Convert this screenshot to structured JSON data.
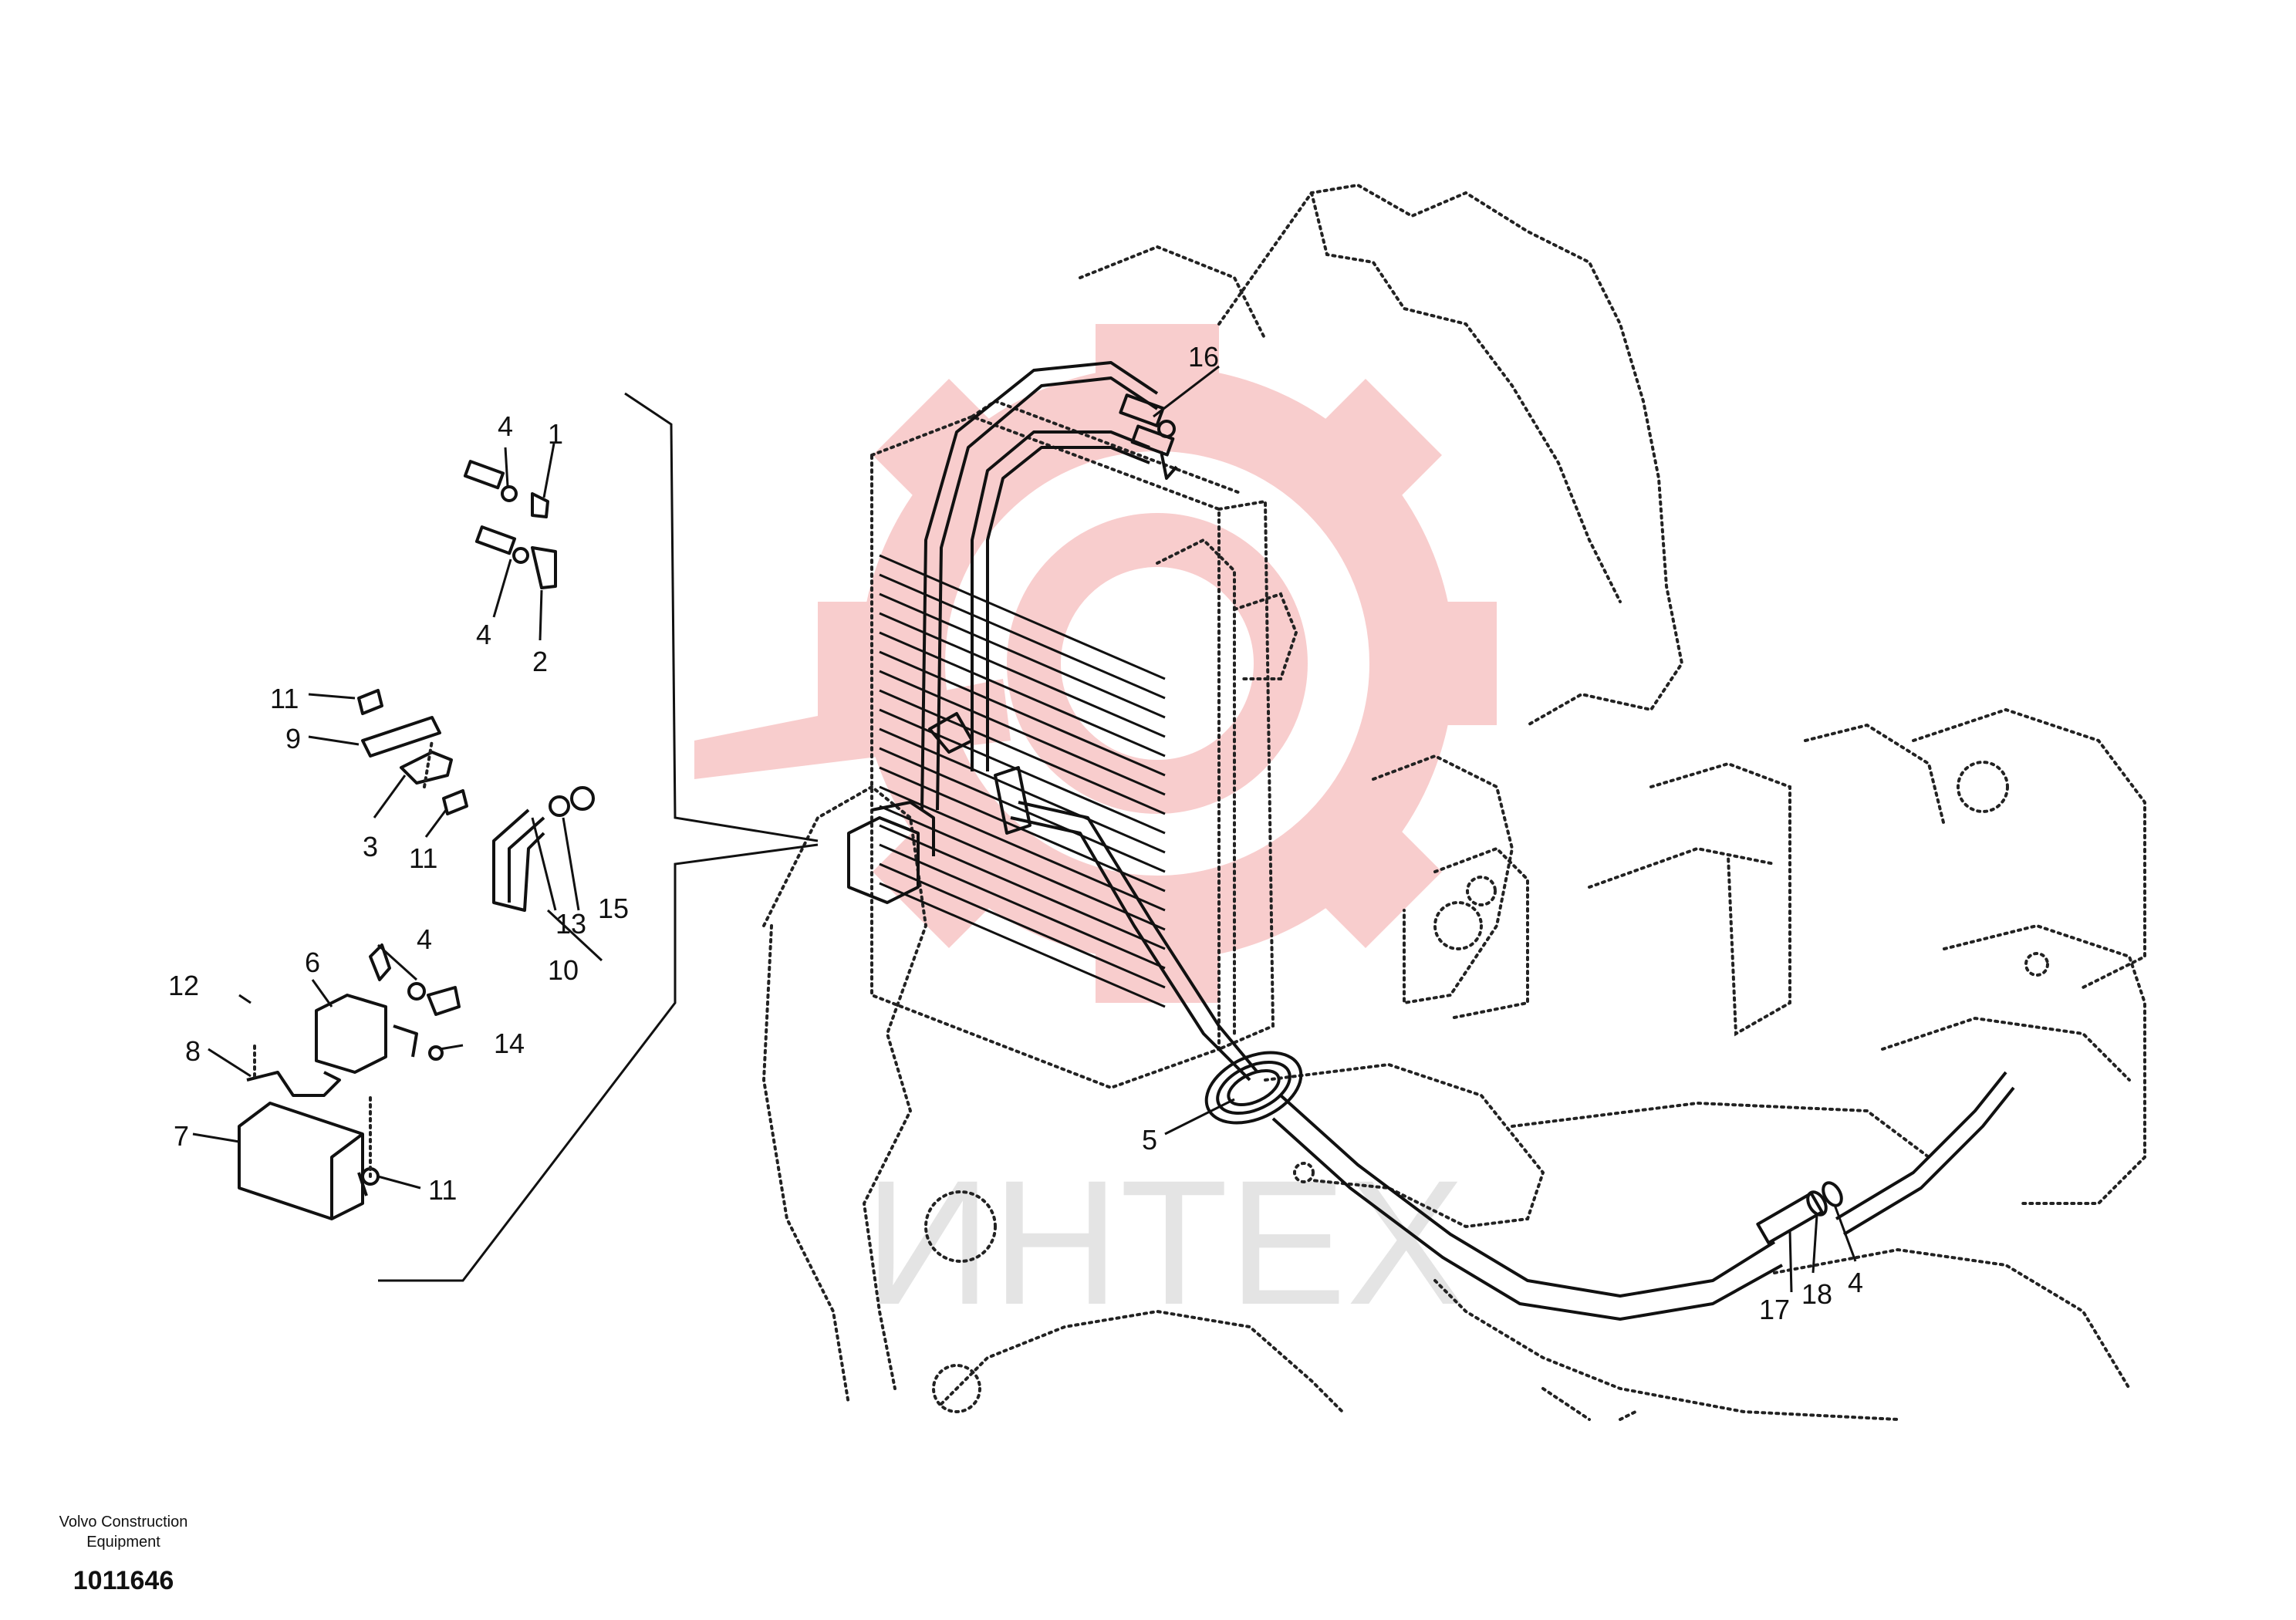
{
  "diagram": {
    "callouts": [
      {
        "id": "c1",
        "text": "1"
      },
      {
        "id": "c2",
        "text": "2"
      },
      {
        "id": "c3",
        "text": "3"
      },
      {
        "id": "c4a",
        "text": "4"
      },
      {
        "id": "c4b",
        "text": "4"
      },
      {
        "id": "c4c",
        "text": "4"
      },
      {
        "id": "c4d",
        "text": "4"
      },
      {
        "id": "c5",
        "text": "5"
      },
      {
        "id": "c6",
        "text": "6"
      },
      {
        "id": "c7",
        "text": "7"
      },
      {
        "id": "c8",
        "text": "8"
      },
      {
        "id": "c9",
        "text": "9"
      },
      {
        "id": "c10",
        "text": "10"
      },
      {
        "id": "c11a",
        "text": "11"
      },
      {
        "id": "c11b",
        "text": "11"
      },
      {
        "id": "c11c",
        "text": "11"
      },
      {
        "id": "c12",
        "text": "12"
      },
      {
        "id": "c13",
        "text": "13"
      },
      {
        "id": "c14",
        "text": "14"
      },
      {
        "id": "c15",
        "text": "15"
      },
      {
        "id": "c16",
        "text": "16"
      },
      {
        "id": "c17",
        "text": "17"
      },
      {
        "id": "c18",
        "text": "18"
      }
    ],
    "watermark_text": "ИНТЕХ",
    "colors": {
      "watermark": "#f3b0b0",
      "watermark_text": "#d9d9d9",
      "line": "#111111"
    }
  },
  "footer": {
    "company_line1": "Volvo Construction",
    "company_line2": "Equipment",
    "part_number": "1011646"
  }
}
